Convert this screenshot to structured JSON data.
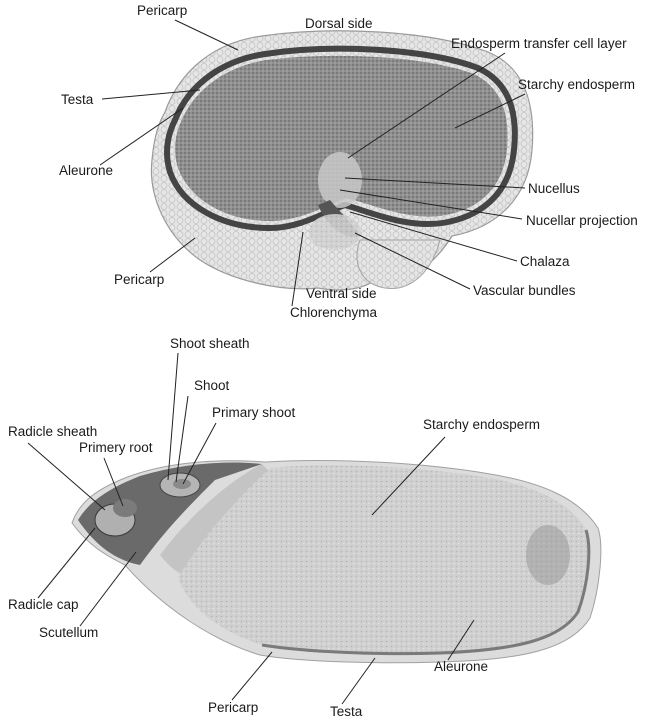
{
  "top_section": {
    "labels": {
      "pericarp_top": "Pericarp",
      "dorsal_side": "Dorsal side",
      "endosperm_transfer_cell_layer": "Endosperm transfer cell layer",
      "starchy_endosperm": "Starchy endosperm",
      "testa": "Testa",
      "aleurone": "Aleurone",
      "nucellus": "Nucellus",
      "nucellar_projection": "Nucellar projection",
      "chalaza": "Chalaza",
      "pericarp_bottom": "Pericarp",
      "vascular_bundles": "Vascular bundles",
      "ventral_side": "Ventral side",
      "chlorenchyma": "Chlorenchyma"
    }
  },
  "bottom_section": {
    "labels": {
      "shoot_sheath": "Shoot sheath",
      "shoot": "Shoot",
      "primary_shoot": "Primary shoot",
      "radicle_sheath": "Radicle sheath",
      "primery_root": "Primery root",
      "starchy_endosperm": "Starchy endosperm",
      "radicle_cap": "Radicle cap",
      "scutellum": "Scutellum",
      "aleurone": "Aleurone",
      "pericarp": "Pericarp",
      "testa": "Testa"
    }
  },
  "colors": {
    "tissue_dark": "#6d6d6d",
    "tissue_mid": "#9a9a9a",
    "tissue_light": "#c9c9c9",
    "pericarp_fill": "#e4e4e4",
    "background": "#ffffff"
  }
}
